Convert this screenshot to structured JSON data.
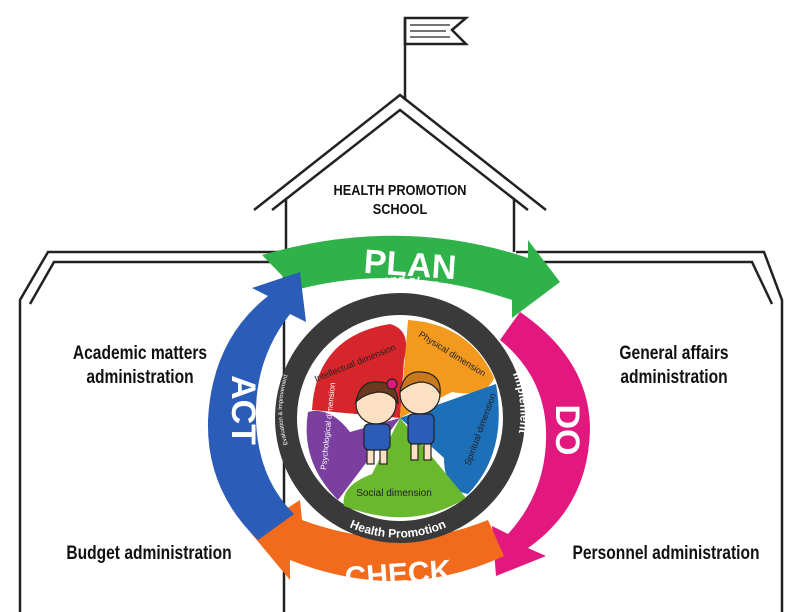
{
  "title": "HEALTH PROMOTION SCHOOL",
  "title_line1": "HEALTH PROMOTION",
  "title_line2": "SCHOOL",
  "cycle": {
    "plan": "PLAN",
    "do": "DO",
    "check": "CHECK",
    "act": "ACT"
  },
  "ring": {
    "policy": "Policy and planing",
    "implement": "Implement",
    "health_promotion": "Health Promotion",
    "left": "Evaluation & improvement"
  },
  "dimensions": {
    "intellectual": "Intellectual dimension",
    "physical": "Physical dimension",
    "spiritual": "Spiritual dimension",
    "social": "Social dimension",
    "psychological": "Psychological dimension"
  },
  "admin": {
    "academic_line1": "Academic matters",
    "academic_line2": "administration",
    "general_line1": "General affairs",
    "general_line2": "administration",
    "budget": "Budget administration",
    "personnel": "Personnel administration"
  },
  "colors": {
    "plan": "#2fb24a",
    "do": "#e2187f",
    "check": "#f26a1b",
    "act": "#2a5cb8",
    "ring": "#3a3a3a",
    "intellectual": "#d7262b",
    "physical": "#f39a1e",
    "spiritual": "#1d6fb8",
    "social": "#6ab82e",
    "psychological": "#7b3fa0"
  }
}
